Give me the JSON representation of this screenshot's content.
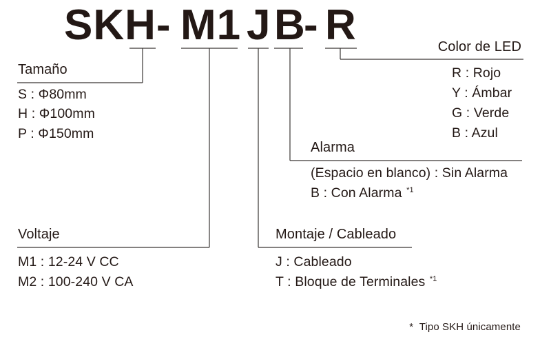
{
  "model": {
    "series": "SKH-",
    "voltage_code": "M1",
    "mounting_code": "J",
    "alarm_code": "B",
    "separator": "-",
    "color_code": "R"
  },
  "sections": {
    "size": {
      "title": "Tamaño",
      "items": [
        "S : Φ80mm",
        "H : Φ100mm",
        "P : Φ150mm"
      ]
    },
    "voltage": {
      "title": "Voltaje",
      "items": [
        "M1 : 12-24 V CC",
        "M2 : 100-240 V CA"
      ]
    },
    "mounting": {
      "title": "Montaje / Cableado",
      "items": [
        "J : Cableado",
        "T : Bloque de Terminales"
      ],
      "footnote_mark": "*1"
    },
    "alarm": {
      "title": "Alarma",
      "items": [
        "(Espacio en blanco) : Sin Alarma",
        "B : Con Alarma"
      ],
      "footnote_mark": "*1"
    },
    "led_color": {
      "title": "Color de LED",
      "items": [
        "R : Rojo",
        "Y : Ámbar",
        "G : Verde",
        "B : Azul"
      ]
    }
  },
  "footnote": {
    "mark": "*",
    "text": "Tipo SKH únicamente"
  }
}
